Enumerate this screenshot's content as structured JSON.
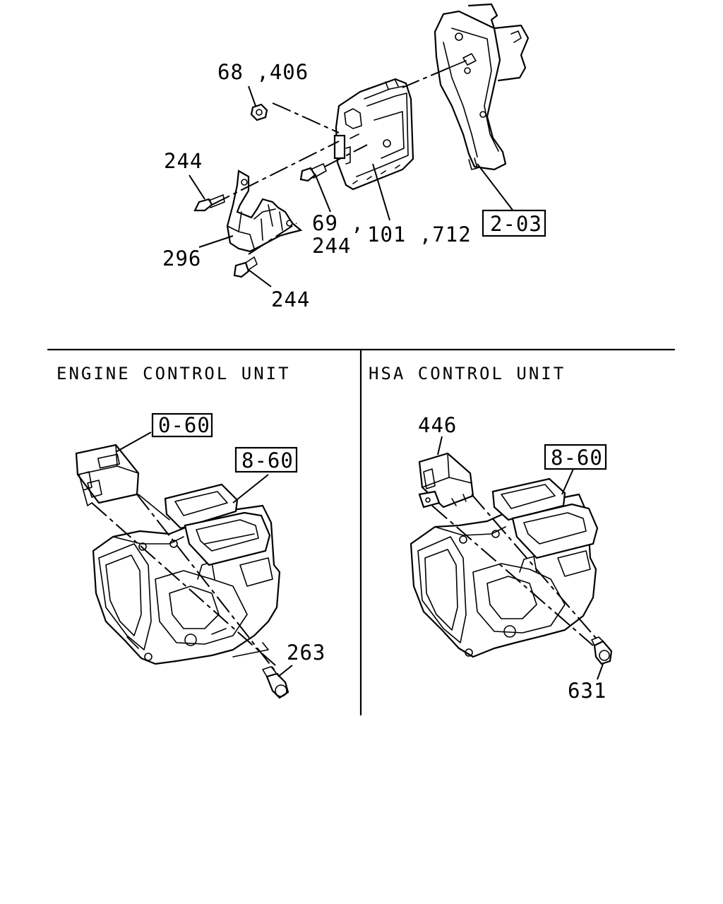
{
  "top_labels": {
    "l_68_406": "68 ,406",
    "l_244_a": "244",
    "l_69": "69 ,",
    "l_244_b": "244",
    "l_101_712": "101 ,712",
    "l_296": "296",
    "l_244_c": "244",
    "ref_2_03": "2-03"
  },
  "engine_section": {
    "title": "ENGINE CONTROL UNIT",
    "ref_0_60": "0-60",
    "ref_8_60": "8-60",
    "l_263": "263"
  },
  "hsa_section": {
    "title": "HSA CONTROL UNIT",
    "l_446": "446",
    "ref_8_60": "8-60",
    "l_631": "631"
  }
}
